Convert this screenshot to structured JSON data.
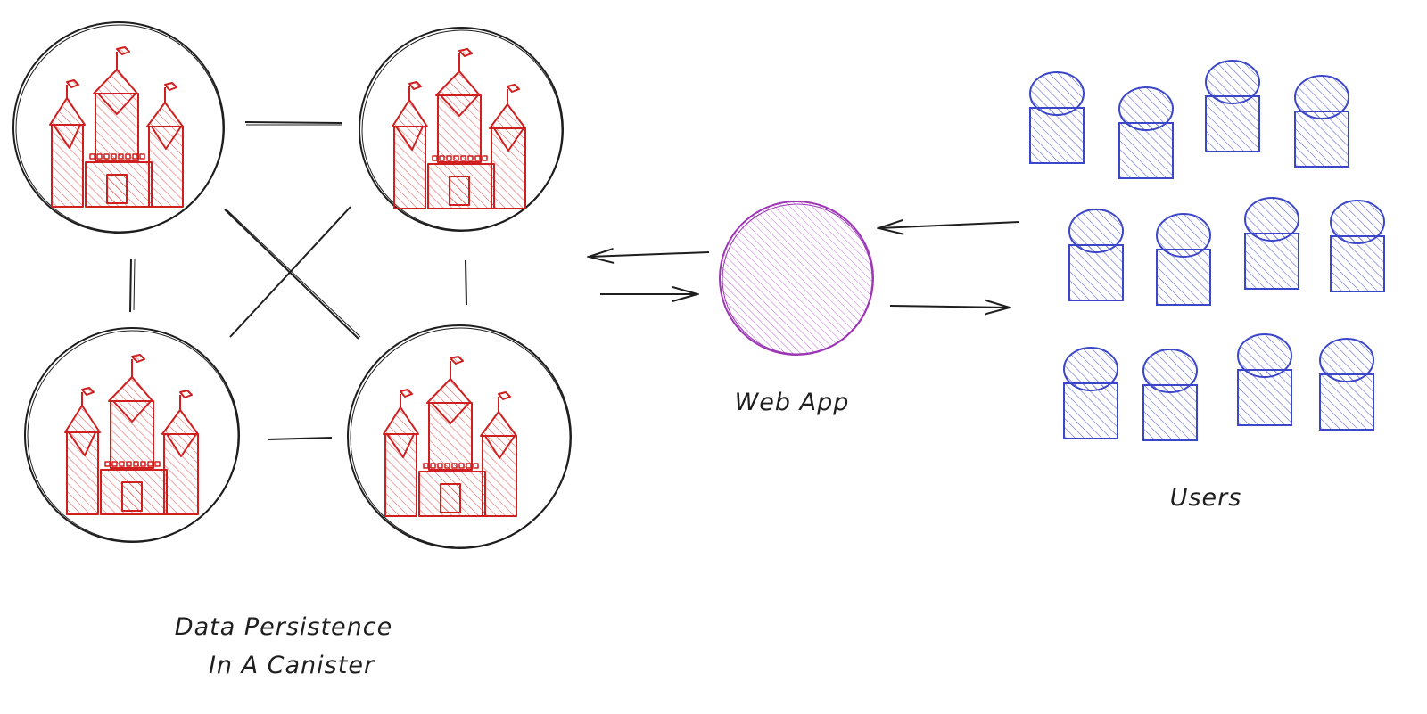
{
  "labels": {
    "web_app": "Web App",
    "users": "Users",
    "data_persistence_line1": "Data Persistence",
    "data_persistence_line2": "In A Canister"
  },
  "colors": {
    "castle": "#e03131",
    "user": "#3b46c8",
    "web_app": "#9c36b5",
    "stroke": "#1e1e1e"
  },
  "icons": [
    "castle-icon",
    "user-icon",
    "arrow-icon"
  ]
}
